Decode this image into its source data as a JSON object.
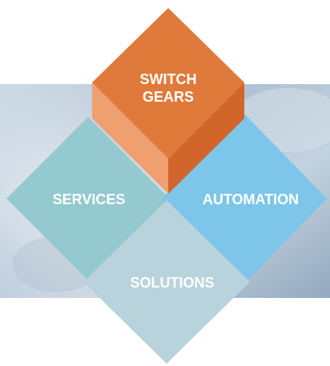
{
  "tiles": {
    "switch_gears": {
      "line1": "SWITCH",
      "line2": "GEARS",
      "color": "#e07a3a"
    },
    "services": {
      "label": "SERVICES",
      "color": "#93c9cf"
    },
    "automation": {
      "label": "AUTOMATION",
      "color": "#7ec5ea"
    },
    "solutions": {
      "label": "SOLUTIONS",
      "color": "#b8d3dc"
    }
  }
}
